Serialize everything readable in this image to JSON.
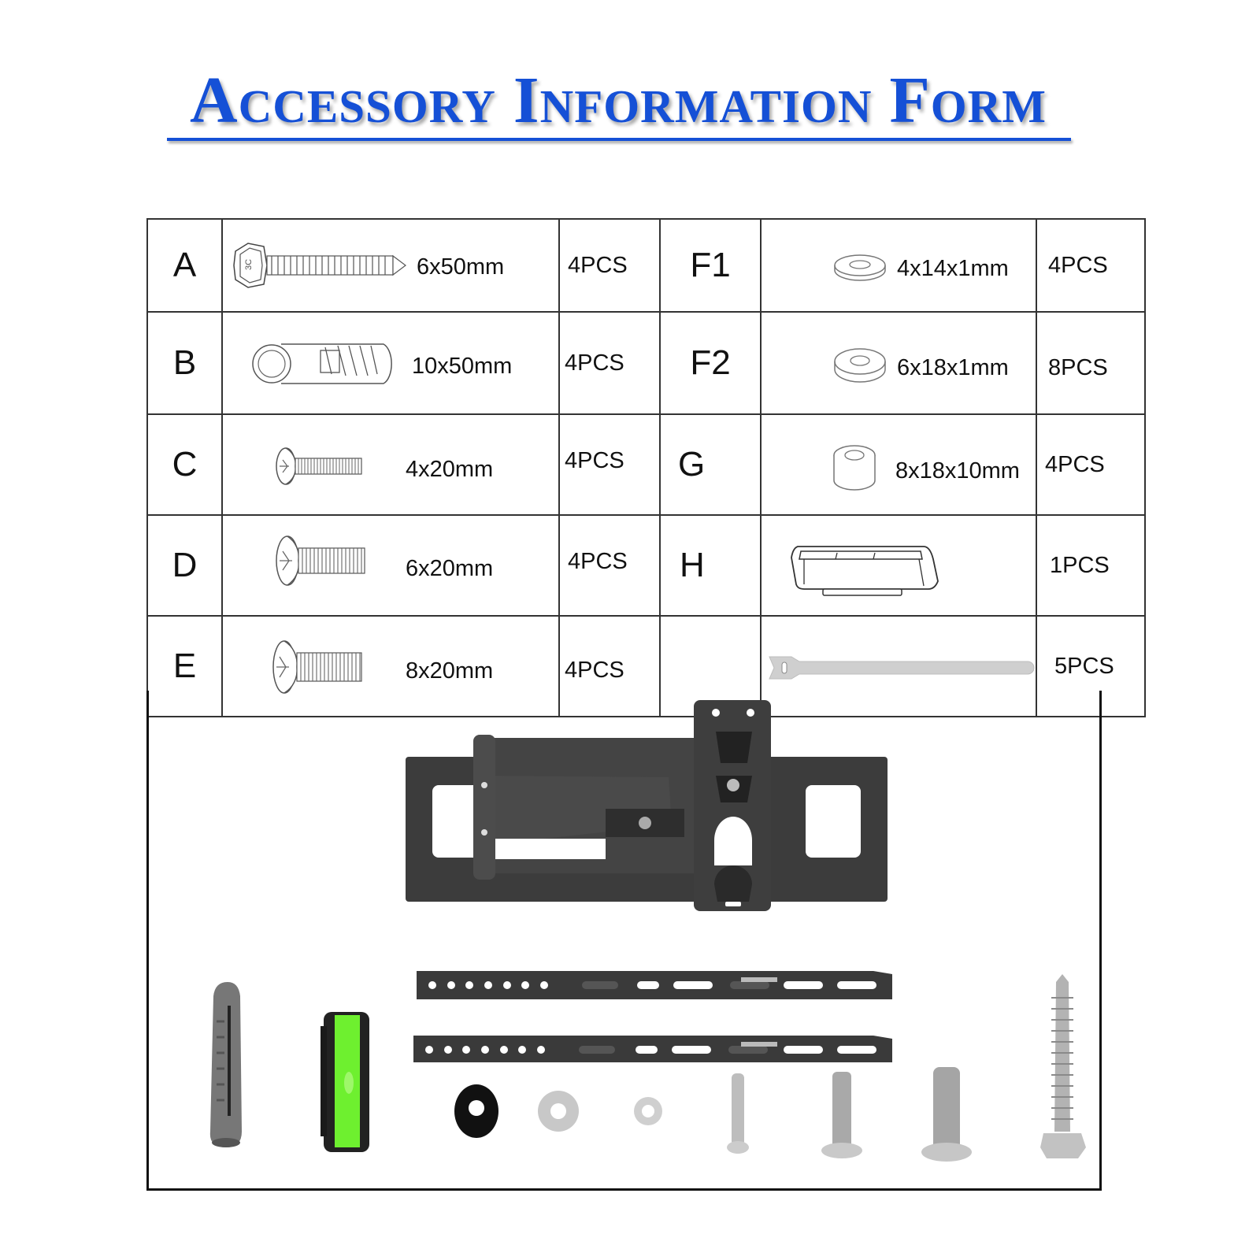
{
  "title": "Accessory Information Form",
  "colors": {
    "title_blue": "#1550d6",
    "grid_line": "#333333",
    "bracket_dark": "#3a3a3a",
    "level_green": "#5ee02a"
  },
  "parts_left": [
    {
      "letter": "A",
      "spec": "6x50mm",
      "qty": "4PCS",
      "icon": "lag-screw-icon"
    },
    {
      "letter": "B",
      "spec": "10x50mm",
      "qty": "4PCS",
      "icon": "wall-anchor-icon"
    },
    {
      "letter": "C",
      "spec": "4x20mm",
      "qty": "4PCS",
      "icon": "machine-screw-icon"
    },
    {
      "letter": "D",
      "spec": "6x20mm",
      "qty": "4PCS",
      "icon": "machine-screw-icon"
    },
    {
      "letter": "E",
      "spec": "8x20mm",
      "qty": "4PCS",
      "icon": "machine-screw-icon"
    }
  ],
  "parts_right": [
    {
      "letter": "F1",
      "spec": "4x14x1mm",
      "qty": "4PCS",
      "icon": "washer-icon"
    },
    {
      "letter": "F2",
      "spec": "6x18x1mm",
      "qty": "8PCS",
      "icon": "washer-icon"
    },
    {
      "letter": "G",
      "spec": "8x18x10mm",
      "qty": "4PCS",
      "icon": "spacer-icon"
    },
    {
      "letter": "H",
      "spec": "",
      "qty": "1PCS",
      "icon": "bubble-level-icon"
    },
    {
      "letter": "",
      "spec": "",
      "qty": "5PCS",
      "icon": "cable-tie-icon"
    }
  ],
  "photo": {
    "items": [
      "wall-mount-bracket",
      "wall-anchor",
      "bubble-level",
      "vertical-rail",
      "vertical-rail",
      "spacer",
      "washer-large",
      "washer-small",
      "screw-m4",
      "screw-m6",
      "screw-m8",
      "lag-screw"
    ]
  }
}
